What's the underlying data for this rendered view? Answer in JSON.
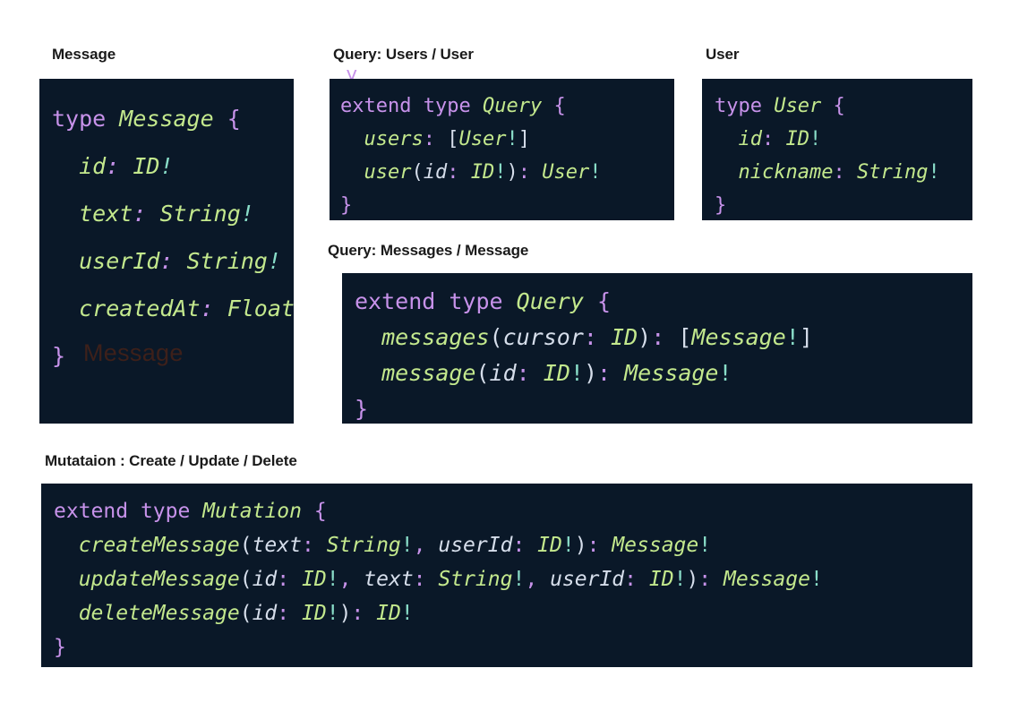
{
  "theme": {
    "page_background": "#ffffff",
    "code_background": "#0a1828",
    "keyword_color": "#c792ea",
    "type_color": "#c3e88d",
    "field_color": "#c3e88d",
    "argument_color": "#d6deeb",
    "punctuation_color": "#c792ea",
    "bang_color": "#89ddc8",
    "watermark_color": "#3d201a",
    "title_color": "#1a1a1a"
  },
  "panels": {
    "message": {
      "title": "Message",
      "watermark": "Message",
      "code_lines": [
        "type Message {",
        "  id: ID!",
        "  text: String!",
        "  userId: String!",
        "  createdAt: Float",
        "}"
      ]
    },
    "query_users": {
      "title": "Query: Users / User",
      "clipped_glyph": "y",
      "code_lines": [
        "extend type Query {",
        "  users: [User!]",
        "  user(id: ID!): User!",
        "}"
      ]
    },
    "user": {
      "title": "User",
      "code_lines": [
        "type User {",
        "  id: ID!",
        "  nickname: String!",
        "}"
      ]
    },
    "query_messages": {
      "title": "Query: Messages / Message",
      "code_lines": [
        "extend type Query {",
        "  messages(cursor: ID): [Message!]",
        "  message(id: ID!): Message!",
        "}"
      ]
    },
    "mutation": {
      "title": "Mutataion : Create / Update / Delete",
      "code_lines": [
        "extend type Mutation {",
        "  createMessage(text: String!, userId: ID!): Message!",
        "  updateMessage(id: ID!, text: String!, userId: ID!): Message!",
        "  deleteMessage(id: ID!): ID!",
        "}"
      ]
    }
  }
}
